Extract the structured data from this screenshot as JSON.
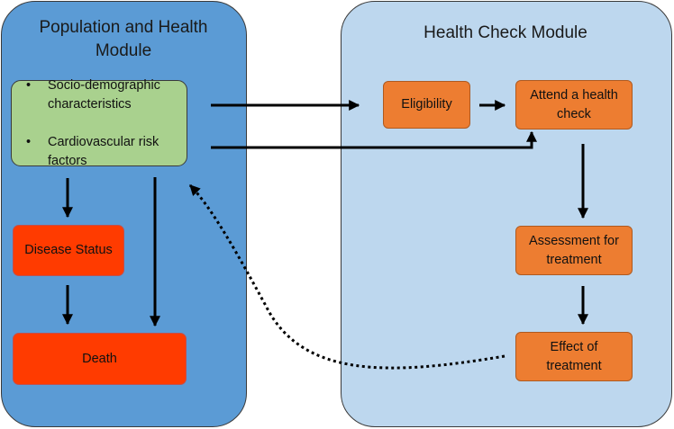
{
  "left_module": {
    "title": "Population and Health\nModule",
    "characteristics": [
      "Socio-demographic\ncharacteristics",
      "Cardiovascular risk\nfactors"
    ],
    "disease_status": "Disease Status",
    "death": "Death"
  },
  "right_module": {
    "title": "Health Check Module",
    "eligibility": "Eligibility",
    "attend": "Attend a health\ncheck",
    "assessment": "Assessment for\ntreatment",
    "effect": "Effect of\ntreatment"
  },
  "colors": {
    "left_panel": "#5b9bd5",
    "right_panel": "#bdd7ee",
    "green_box": "#a9d18e",
    "red_box": "#ff3b00",
    "orange_box": "#ed7d31"
  }
}
